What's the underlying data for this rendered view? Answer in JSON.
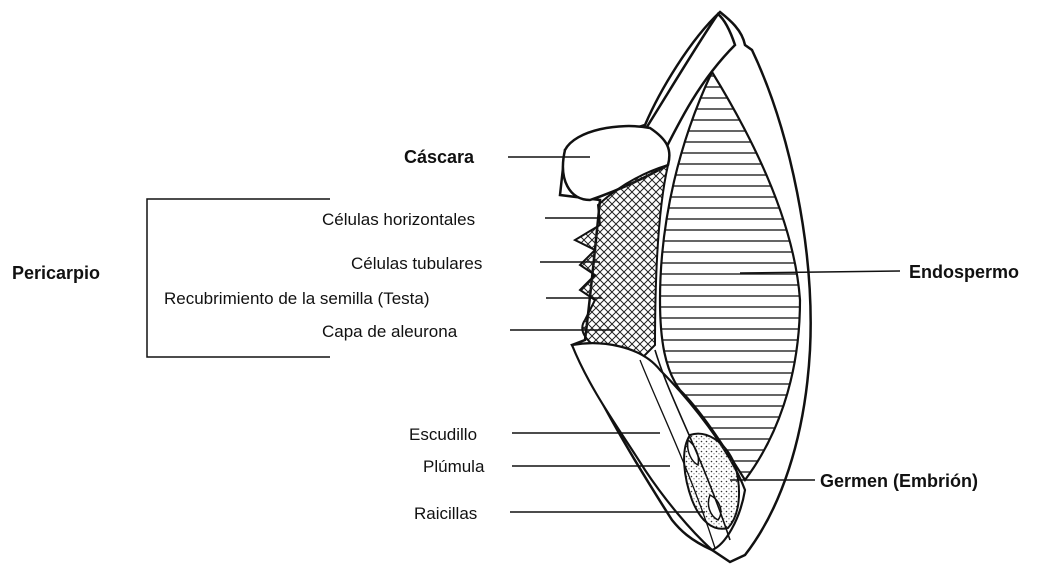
{
  "labels": {
    "cascara": "Cáscara",
    "pericarpio": "Pericarpio",
    "celulas_horizontales": "Células horizontales",
    "celulas_tubulares": "Células tubulares",
    "recubrimiento": "Recubrimiento de la semilla (Testa)",
    "capa_aleurona": "Capa de aleurona",
    "endospermo": "Endospermo",
    "escudillo": "Escudillo",
    "plumula": "Plúmula",
    "raicillas": "Raicillas",
    "germen": "Germen (Embrión)"
  }
}
